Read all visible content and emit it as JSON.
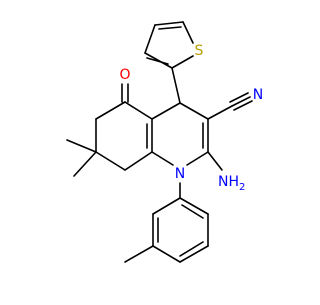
{
  "molecule": {
    "atom_labels": {
      "oxygen": "O",
      "nitrogen_nitrile": "N",
      "sulfur": "S",
      "nitrogen_ring": "N",
      "amine_nh": "NH",
      "amine_sub": "2"
    },
    "colors": {
      "bond": "#000000",
      "oxygen": "#FF0000",
      "nitrogen": "#0000FF",
      "sulfur": "#B8A000",
      "hydrogen_label": "#0000FF"
    }
  }
}
